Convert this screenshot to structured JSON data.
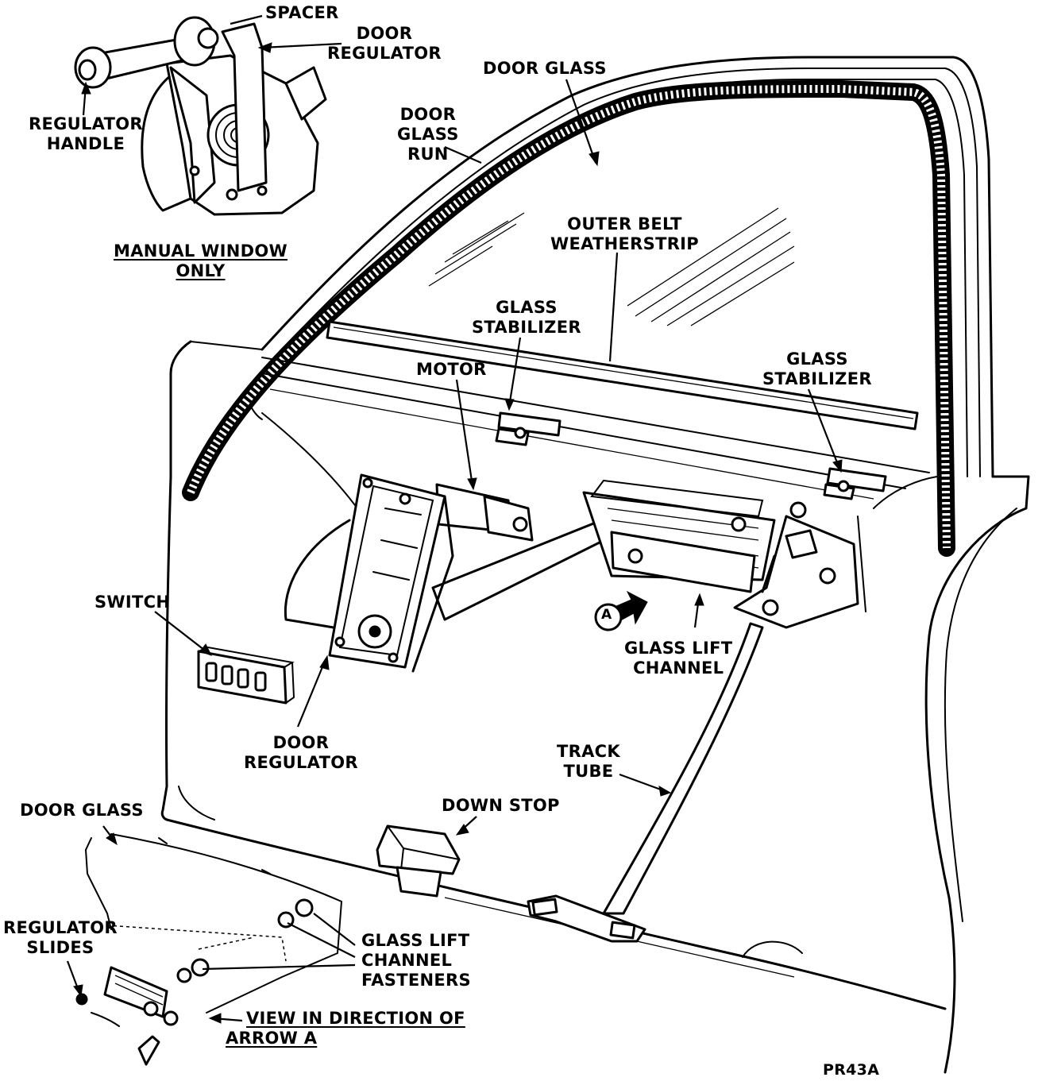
{
  "labels": {
    "spacer": "SPACER",
    "door_regulator_top": [
      "DOOR",
      "REGULATOR"
    ],
    "regulator_handle": [
      "REGULATOR",
      "HANDLE"
    ],
    "manual_window_only": [
      "MANUAL WINDOW",
      "ONLY"
    ],
    "door_glass_top": "DOOR GLASS",
    "door_glass_run": [
      "DOOR",
      "GLASS",
      "RUN"
    ],
    "outer_belt_weatherstrip": [
      "OUTER BELT",
      "WEATHERSTRIP"
    ],
    "glass_stabilizer_left": [
      "GLASS",
      "STABILIZER"
    ],
    "glass_stabilizer_right": [
      "GLASS",
      "STABILIZER"
    ],
    "motor": "MOTOR",
    "switch": "SWITCH",
    "glass_lift_channel": [
      "GLASS LIFT",
      "CHANNEL"
    ],
    "arrow_a_marker": "A",
    "door_regulator_bottom": [
      "DOOR",
      "REGULATOR"
    ],
    "track_tube": [
      "TRACK",
      "TUBE"
    ],
    "door_glass_bottom": "DOOR GLASS",
    "down_stop": "DOWN STOP",
    "regulator_slides": [
      "REGULATOR",
      "SLIDES"
    ],
    "glass_lift_channel_fasteners": [
      "GLASS LIFT",
      "CHANNEL",
      "FASTENERS"
    ],
    "view_in_direction": [
      "VIEW IN DIRECTION OF",
      "ARROW A"
    ],
    "figure_code": "PR43A"
  }
}
